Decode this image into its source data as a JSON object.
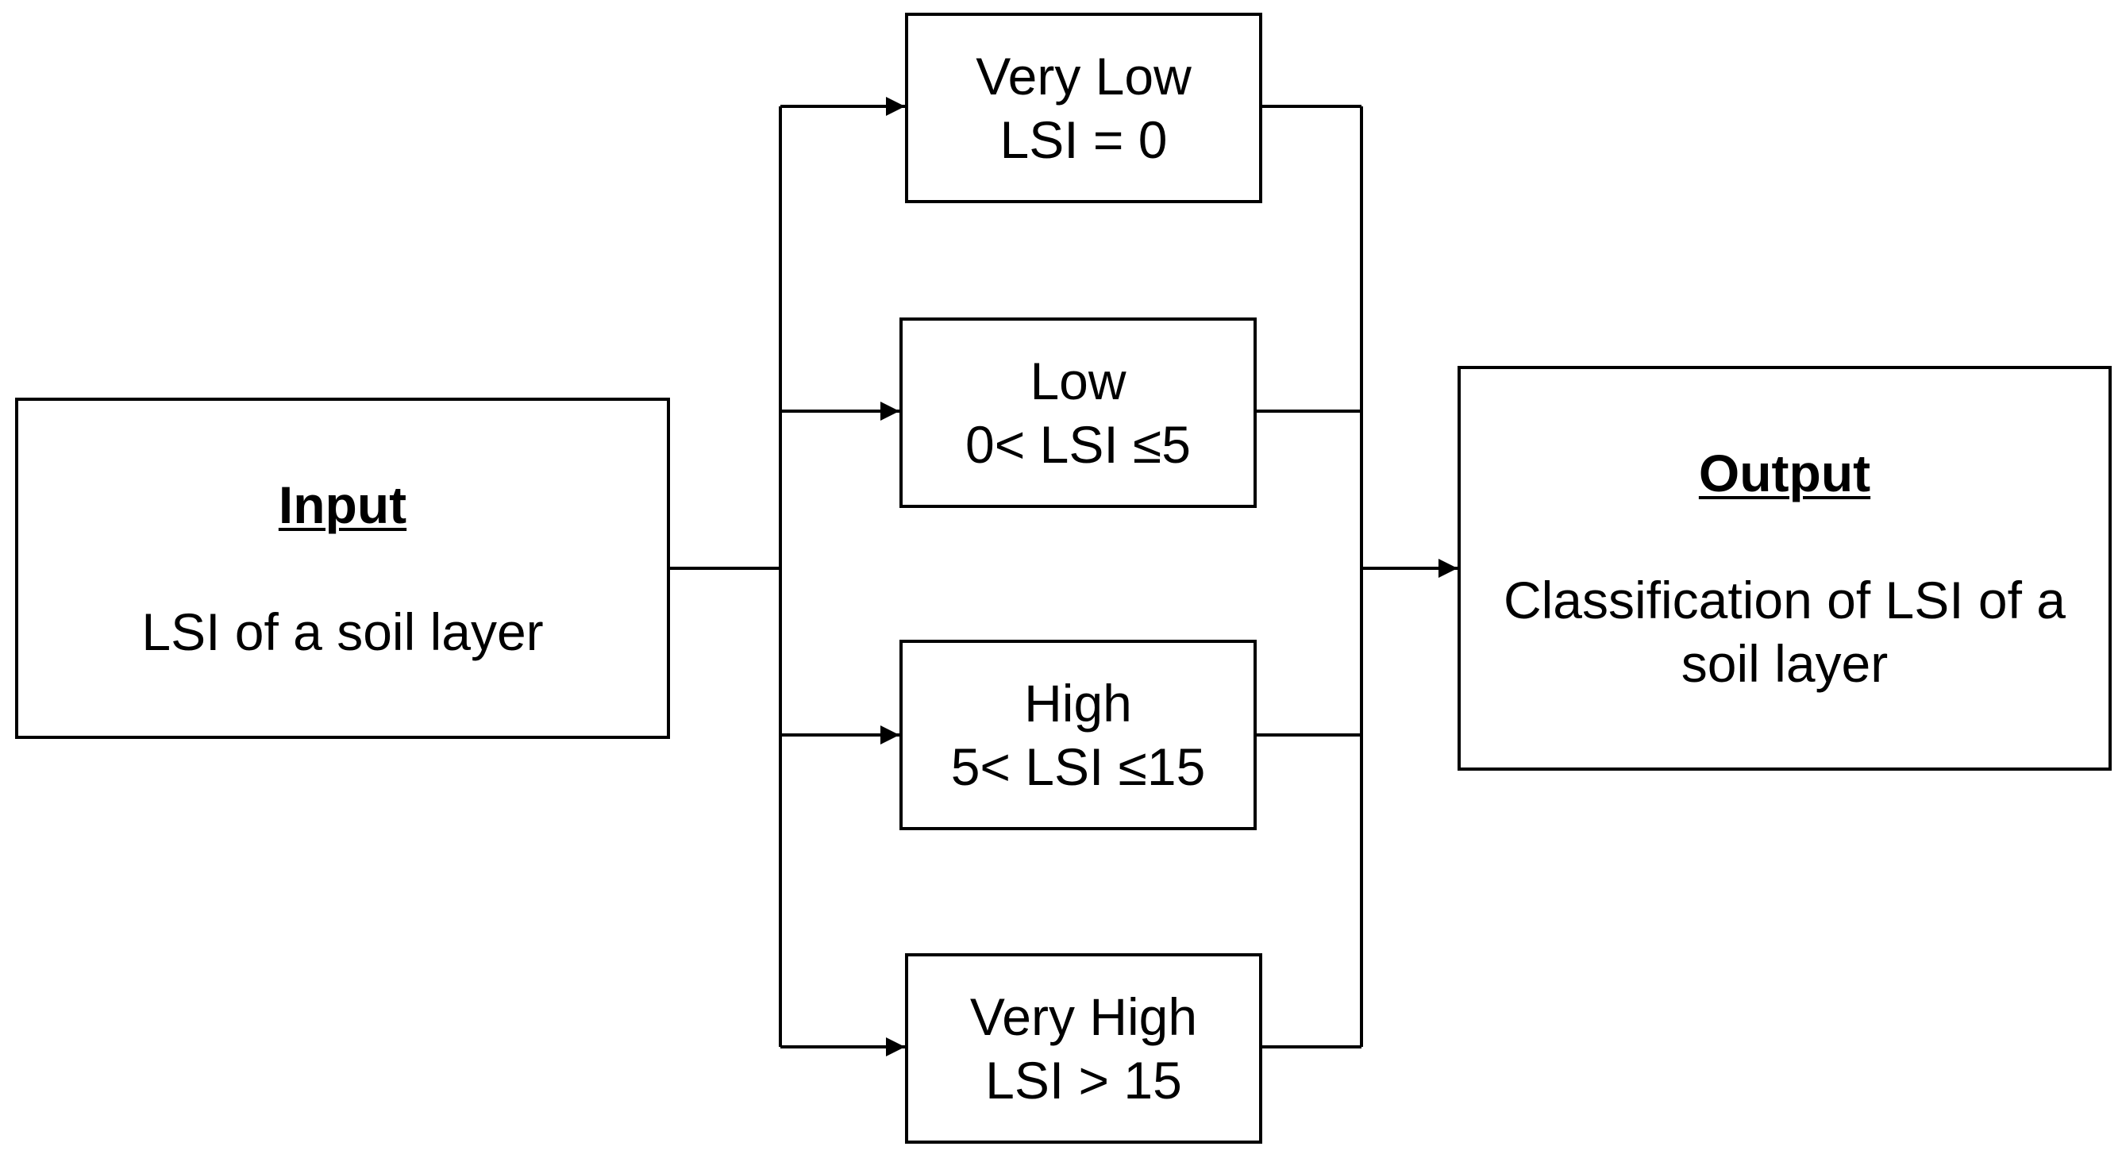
{
  "input": {
    "heading": "Input",
    "text": "LSI of a soil layer"
  },
  "classes": [
    {
      "name": "Very Low",
      "rule": "LSI = 0"
    },
    {
      "name": "Low",
      "rule": "0< LSI ≤5"
    },
    {
      "name": "High",
      "rule": "5< LSI ≤15"
    },
    {
      "name": "Very High",
      "rule": "LSI > 15"
    }
  ],
  "output": {
    "heading": "Output",
    "text_line1": "Classification of LSI of a",
    "text_line2": "soil layer"
  },
  "colors": {
    "stroke": "#000000",
    "background": "#ffffff"
  }
}
